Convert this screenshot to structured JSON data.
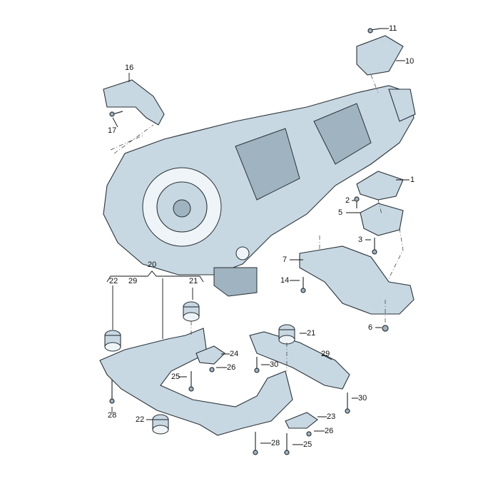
{
  "diagram": {
    "labels": [
      "11",
      "10",
      "16",
      "17",
      "1",
      "2",
      "5",
      "3",
      "7",
      "14",
      "6",
      "20",
      "22",
      "29",
      "21",
      "21",
      "24",
      "26",
      "25",
      "30",
      "29",
      "30",
      "28",
      "22",
      "23",
      "26",
      "28",
      "25"
    ],
    "colors": {
      "part_fill": "#c8d8e2",
      "outline": "#2a3238"
    }
  }
}
